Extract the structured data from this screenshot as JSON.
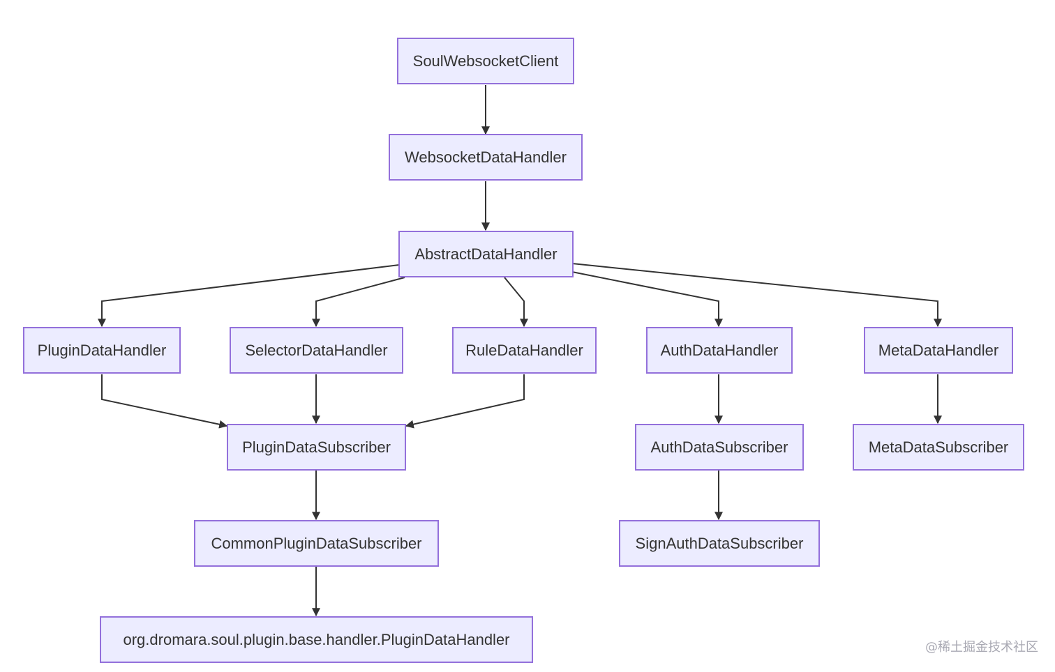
{
  "nodes": {
    "soul_websocket_client": "SoulWebsocketClient",
    "websocket_data_handler": "WebsocketDataHandler",
    "abstract_data_handler": "AbstractDataHandler",
    "plugin_data_handler": "PluginDataHandler",
    "selector_data_handler": "SelectorDataHandler",
    "rule_data_handler": "RuleDataHandler",
    "auth_data_handler": "AuthDataHandler",
    "meta_data_handler": "MetaDataHandler",
    "plugin_data_subscriber": "PluginDataSubscriber",
    "auth_data_subscriber": "AuthDataSubscriber",
    "meta_data_subscriber": "MetaDataSubscriber",
    "common_plugin_data_subscriber": "CommonPluginDataSubscriber",
    "sign_auth_data_subscriber": "SignAuthDataSubscriber",
    "base_plugin_data_handler": "org.dromara.soul.plugin.base.handler.PluginDataHandler"
  },
  "edges": [
    {
      "from": "soul_websocket_client",
      "to": "websocket_data_handler"
    },
    {
      "from": "websocket_data_handler",
      "to": "abstract_data_handler"
    },
    {
      "from": "abstract_data_handler",
      "to": "plugin_data_handler"
    },
    {
      "from": "abstract_data_handler",
      "to": "selector_data_handler"
    },
    {
      "from": "abstract_data_handler",
      "to": "rule_data_handler"
    },
    {
      "from": "abstract_data_handler",
      "to": "auth_data_handler"
    },
    {
      "from": "abstract_data_handler",
      "to": "meta_data_handler"
    },
    {
      "from": "plugin_data_handler",
      "to": "plugin_data_subscriber"
    },
    {
      "from": "selector_data_handler",
      "to": "plugin_data_subscriber"
    },
    {
      "from": "rule_data_handler",
      "to": "plugin_data_subscriber"
    },
    {
      "from": "auth_data_handler",
      "to": "auth_data_subscriber"
    },
    {
      "from": "meta_data_handler",
      "to": "meta_data_subscriber"
    },
    {
      "from": "plugin_data_subscriber",
      "to": "common_plugin_data_subscriber"
    },
    {
      "from": "auth_data_subscriber",
      "to": "sign_auth_data_subscriber"
    },
    {
      "from": "common_plugin_data_subscriber",
      "to": "base_plugin_data_handler"
    }
  ],
  "watermark": "@稀土掘金技术社区",
  "colors": {
    "node_fill": "#ECECFF",
    "node_border": "#9370DB",
    "edge": "#333333",
    "text": "#333333"
  }
}
